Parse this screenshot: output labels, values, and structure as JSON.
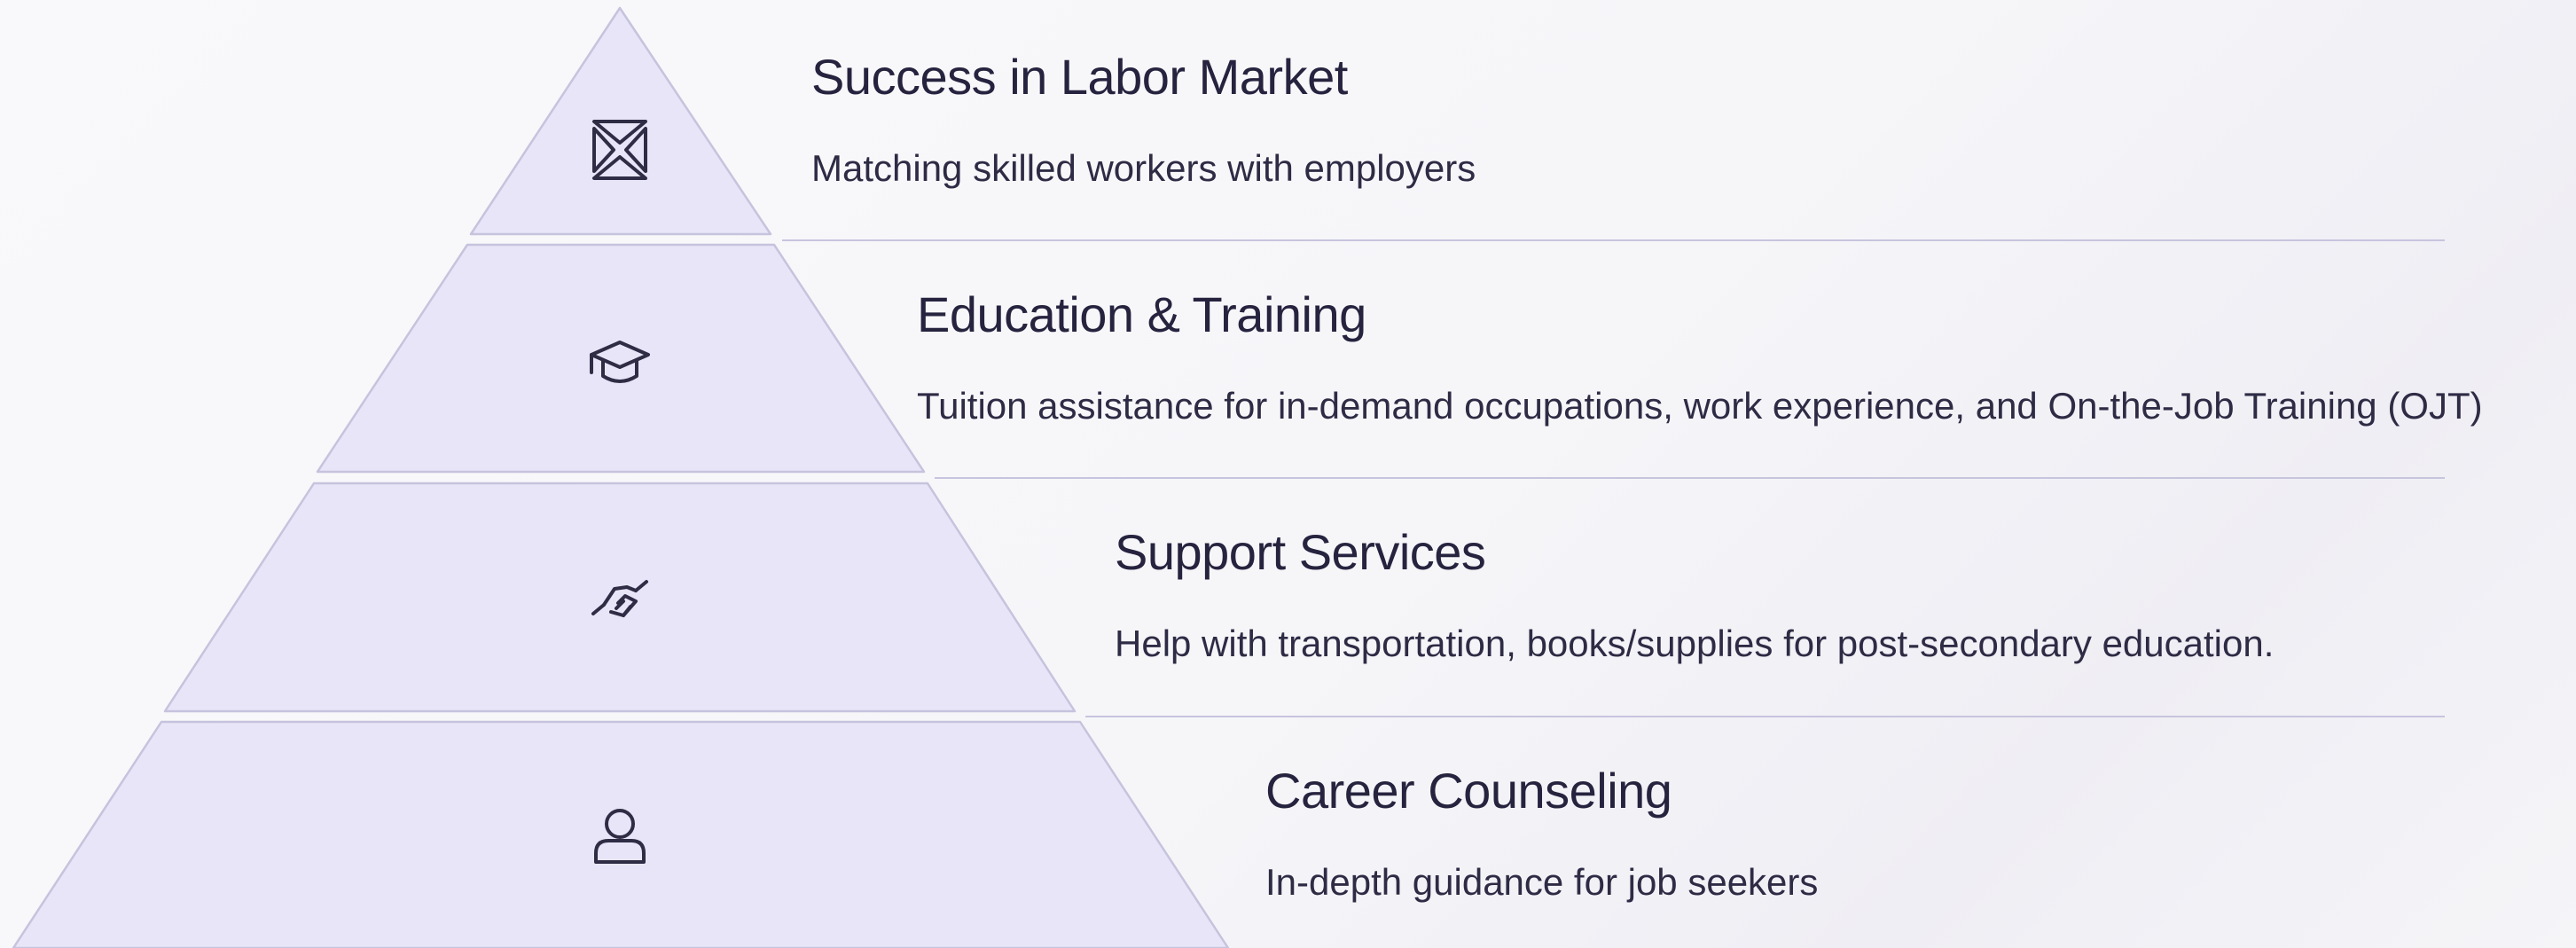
{
  "levels": [
    {
      "title": "Success in Labor Market",
      "description": "Matching skilled workers with employers",
      "icon": "match-arrows-icon"
    },
    {
      "title": "Education & Training",
      "description": "Tuition assistance for in-demand occupations, work experience, and On-the-Job Training (OJT)",
      "icon": "graduation-cap-icon"
    },
    {
      "title": "Support Services",
      "description": "Help with transportation, books/supplies for post-secondary education.",
      "icon": "handshake-icon"
    },
    {
      "title": "Career Counseling",
      "description": "In-depth guidance for job seekers",
      "icon": "person-icon"
    }
  ],
  "colors": {
    "tier_fill": "#e8e5f8",
    "tier_stroke": "#c6c3dd",
    "separator": "#c7c4de",
    "text": "#26233f"
  }
}
